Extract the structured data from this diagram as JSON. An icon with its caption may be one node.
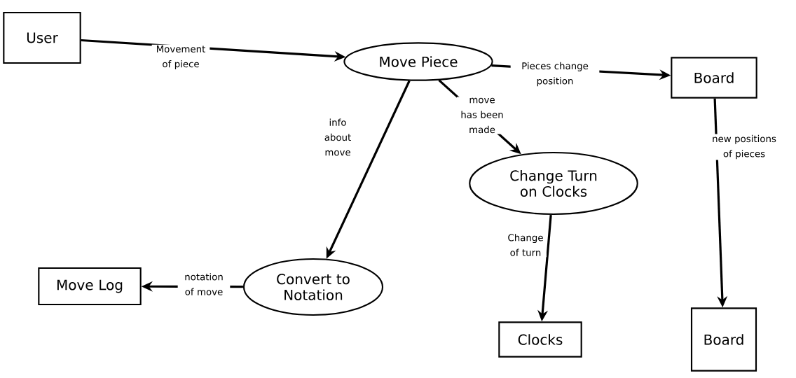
{
  "diagram": {
    "nodes": [
      {
        "text": [
          "User"
        ]
      },
      {
        "text": [
          "Move Piece"
        ]
      },
      {
        "text": [
          "Board"
        ]
      },
      {
        "text": [
          "Change Turn on Clocks"
        ]
      },
      {
        "text": [
          "Convert to Notation"
        ]
      },
      {
        "text": [
          "Move Log"
        ]
      },
      {
        "text": [
          "Clocks"
        ]
      },
      {
        "text": [
          "Board"
        ]
      }
    ],
    "edges": [
      {
        "from": 0,
        "to": 1,
        "arrow": "to",
        "label": "Movement of piece"
      },
      {
        "from": 1,
        "to": 2,
        "arrow": "to",
        "label": "Pieces change position"
      },
      {
        "from": 1,
        "to": 3,
        "arrow": "to",
        "label": "move has been made"
      },
      {
        "from": 1,
        "to": 4,
        "arrow": "to",
        "label": "info about move"
      },
      {
        "from": 4,
        "to": 5,
        "arrow": "to",
        "label": "notation of move"
      },
      {
        "from": 3,
        "to": 6,
        "arrow": "to",
        "label": "Change of turn"
      },
      {
        "from": 2,
        "to": 7,
        "arrow": "to",
        "label": "new positions of pieces"
      }
    ]
  }
}
